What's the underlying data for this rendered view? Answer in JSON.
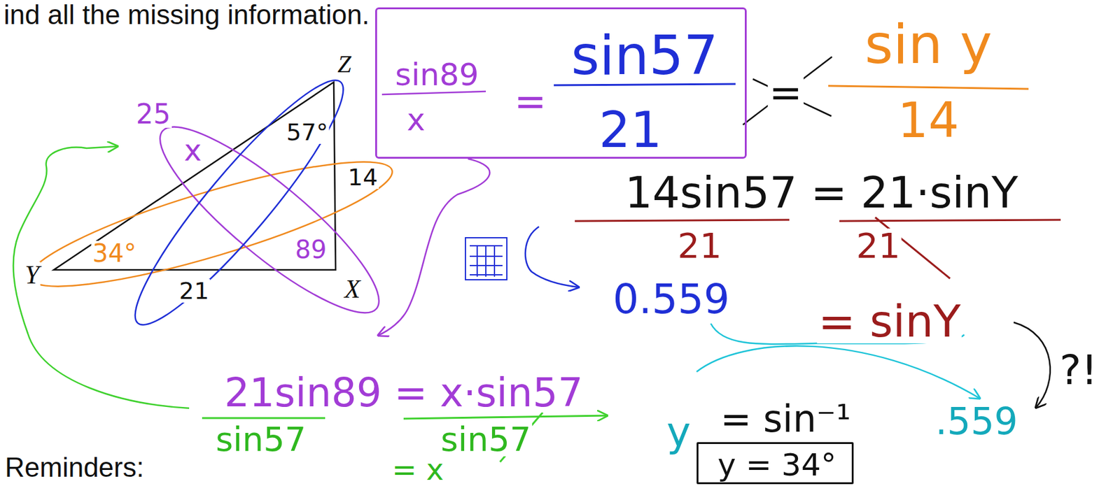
{
  "diagram": {
    "title": "ind all the missing information.",
    "nodes": [
      {
        "text": [
          "sin89",
          "x",
          "=",
          "sin57",
          "21"
        ]
      },
      {
        "text": [
          "y = 34°"
        ]
      }
    ],
    "labels": [
      "Z",
      "25",
      "57°",
      "x",
      "14",
      "34°",
      "89",
      "Y",
      "X",
      "21",
      "=",
      "sin y",
      "14",
      "14sin57 = 21·sinY",
      "21",
      "21",
      "0.559",
      "= sinY",
      "?!",
      "21sin89 = x·sin57",
      "sin57",
      "sin57",
      "y",
      "= sin⁻¹",
      ".559",
      "= x",
      "Reminders:"
    ]
  }
}
